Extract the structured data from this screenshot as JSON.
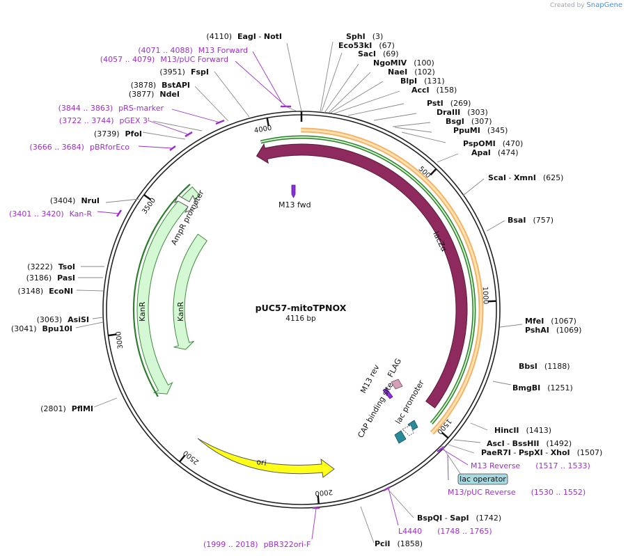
{
  "header": {
    "credit_prefix": "Created by",
    "credit_app": "SnapGene"
  },
  "plasmid": {
    "name": "pUC57-mitoTPNOX",
    "length_label": "4116 bp"
  },
  "ticks": [
    "500",
    "1000",
    "1500",
    "2000",
    "2500",
    "3000",
    "3500",
    "4000"
  ],
  "features": [
    {
      "label": "lacZα",
      "color": "#8e2a5e"
    },
    {
      "label": "ori",
      "color": "#ffff00"
    },
    {
      "label": "KanR",
      "color": "#d4f7d4"
    },
    {
      "label": "KanR",
      "color": "#d4f7d4"
    },
    {
      "label": "AmpR promoter",
      "color": "#ffffff"
    },
    {
      "label": "M13 fwd",
      "color": "#8b2be2"
    },
    {
      "label": "M13 rev",
      "color": "#8b2be2"
    },
    {
      "label": "FLAG",
      "color": "#d4a0b8"
    },
    {
      "label": "lac promoter",
      "color": "#ffffff"
    },
    {
      "label": "CAP binding site",
      "color": "#2a8a9a"
    }
  ],
  "sites_right": [
    {
      "pos": "(3)",
      "name": "SphI"
    },
    {
      "pos": "(67)",
      "name": "Eco53kI"
    },
    {
      "pos": "(69)",
      "name": "SacI"
    },
    {
      "pos": "(100)",
      "name": "NgoMIV"
    },
    {
      "pos": "(102)",
      "name": "NaeI"
    },
    {
      "pos": "(131)",
      "name": "BlpI"
    },
    {
      "pos": "(158)",
      "name": "AccI"
    },
    {
      "pos": "(269)",
      "name": "PstI"
    },
    {
      "pos": "(303)",
      "name": "DraIII"
    },
    {
      "pos": "(307)",
      "name": "BsgI"
    },
    {
      "pos": "(345)",
      "name": "PpuMI"
    },
    {
      "pos": "(470)",
      "name": "PspOMI"
    },
    {
      "pos": "(474)",
      "name": "ApaI"
    },
    {
      "pos": "(625)",
      "name": "ScaI",
      "extra": "XmnI"
    },
    {
      "pos": "(757)",
      "name": "BsaI"
    },
    {
      "pos": "(1067)",
      "name": "MfeI"
    },
    {
      "pos": "(1069)",
      "name": "PshAI"
    },
    {
      "pos": "(1188)",
      "name": "BbsI"
    },
    {
      "pos": "(1251)",
      "name": "BmgBI"
    },
    {
      "pos": "(1413)",
      "name": "HincII"
    },
    {
      "pos": "(1492)",
      "name": "AscI",
      "extra": "BssHII"
    },
    {
      "pos": "(1507)",
      "name": "PaeR7I",
      "extra": "PspXI",
      "extra2": "XhoI"
    },
    {
      "pos": "(1742)",
      "name": "BspQI",
      "extra": "SapI"
    },
    {
      "pos": "(1858)",
      "name": "PciI"
    }
  ],
  "sites_left": [
    {
      "pos": "(4110)",
      "name": "EagI",
      "extra": "NotI"
    },
    {
      "pos": "(3951)",
      "name": "FspI"
    },
    {
      "pos": "(3878)",
      "name": "BstAPI"
    },
    {
      "pos": "(3877)",
      "name": "NdeI"
    },
    {
      "pos": "(3739)",
      "name": "PfoI"
    },
    {
      "pos": "(3404)",
      "name": "NruI"
    },
    {
      "pos": "(3222)",
      "name": "TsoI"
    },
    {
      "pos": "(3186)",
      "name": "PasI"
    },
    {
      "pos": "(3148)",
      "name": "EcoNI"
    },
    {
      "pos": "(3063)",
      "name": "AsiSI"
    },
    {
      "pos": "(3041)",
      "name": "Bpu10I"
    },
    {
      "pos": "(2801)",
      "name": "PflMI"
    }
  ],
  "primers": [
    {
      "range": "(4071 .. 4088)",
      "name": "M13 Forward"
    },
    {
      "range": "(4057 .. 4079)",
      "name": "M13/pUC Forward"
    },
    {
      "range": "(3844 .. 3863)",
      "name": "pRS-marker"
    },
    {
      "range": "(3722 .. 3744)",
      "name": "pGEX 3'"
    },
    {
      "range": "(3666 .. 3684)",
      "name": "pBRforEco"
    },
    {
      "range": "(3401 .. 3420)",
      "name": "Kan-R"
    },
    {
      "range": "(1517 .. 1533)",
      "name": "M13 Reverse"
    },
    {
      "range": "(1530 .. 1552)",
      "name": "M13/pUC Reverse"
    },
    {
      "range": "(1748 .. 1765)",
      "name": "L4440"
    },
    {
      "range": "(1999 .. 2018)",
      "name": "pBR322ori-F"
    }
  ],
  "lac_operator": {
    "label": "lac operator",
    "color": "#a8d8e0"
  }
}
